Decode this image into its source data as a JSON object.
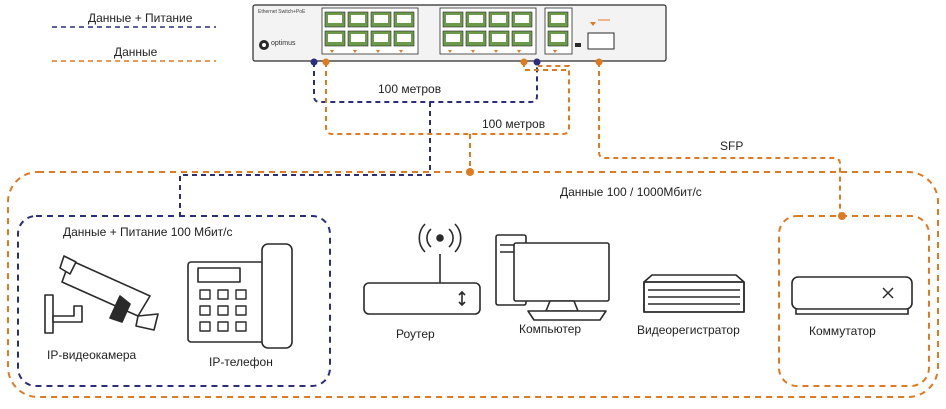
{
  "legend": {
    "data_power": "Данные + Питание",
    "data_only": "Данные"
  },
  "switch": {
    "model": "Ethernet Switch+PoE",
    "brand": "optimus"
  },
  "distances": {
    "poe_cable": "100 метров",
    "data_cable": "100 метров"
  },
  "sfp_label": "SFP",
  "data_zone_label": "Данные 100 / 1000Мбит/с",
  "poe_zone_label": "Данные + Питание 100 Мбит/с",
  "devices": {
    "ip_camera": "IP-видеокамера",
    "ip_phone": "IP-телефон",
    "router": "Роутер",
    "computer": "Компьютер",
    "nvr": "Видеорегистратор",
    "switch": "Коммутатор"
  },
  "colors": {
    "power_line": "#2b2d7d",
    "data_line": "#e07a20",
    "device_stroke": "#2a2a2a"
  }
}
